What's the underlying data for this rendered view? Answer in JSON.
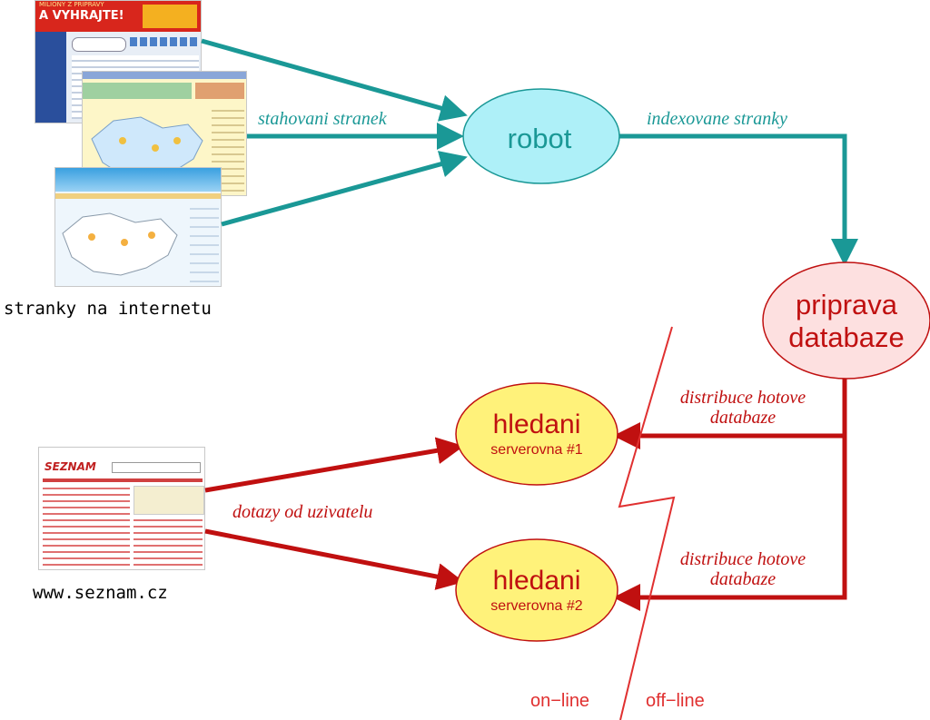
{
  "colors": {
    "teal": "#1a9896",
    "red": "#c01010",
    "robot_fill": "#aef0f8",
    "db_fill": "#fde0e0",
    "search_fill": "#fff27a",
    "divider": "#e03030"
  },
  "thumbnails": {
    "banner_text": "A VYHRAJTE!",
    "banner_top": "MILIONY Z PRIPRAVY",
    "logo_text": "SEZNAM",
    "caption_internet": "stranky na internetu",
    "caption_seznam": "www.seznam.cz"
  },
  "nodes": {
    "robot": "robot",
    "database_line1": "priprava",
    "database_line2": "databaze",
    "search1_title": "hledani",
    "search1_sub": "serverovna #1",
    "search2_title": "hledani",
    "search2_sub": "serverovna #2"
  },
  "edges": {
    "download": "stahovani stranek",
    "indexed": "indexovane stranky",
    "distrib1_line1": "distribuce hotove",
    "distrib1_line2": "databaze",
    "distrib2_line1": "distribuce hotove",
    "distrib2_line2": "databaze",
    "queries": "dotazy od uzivatelu"
  },
  "zones": {
    "online": "on−line",
    "offline": "off−line"
  }
}
